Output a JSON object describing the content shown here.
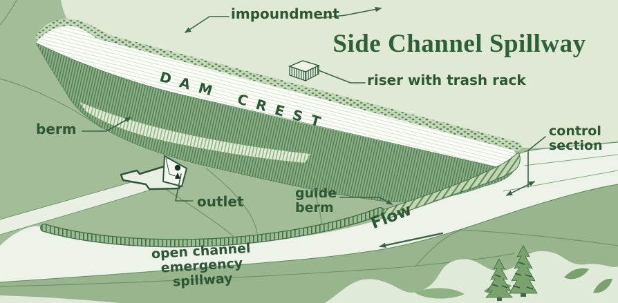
{
  "diagram": {
    "title": "Side Channel Spillway",
    "labels": {
      "impoundment": "impoundment",
      "riser": "riser with trash rack",
      "dam_crest": "DAM CREST",
      "berm": "berm",
      "control1": "control",
      "control2": "section",
      "outlet": "outlet",
      "guide1": "guide",
      "guide2": "berm",
      "flow": "Flow",
      "open1": "open channel",
      "open2": "emergency spillway"
    },
    "icons": [
      "riser-with-trash-rack-icon",
      "outlet-structure-icon",
      "pine-trees-icon",
      "flow-arrow-icon",
      "control-section-extent-arrow-icon"
    ],
    "colors": {
      "land": "#a3bd99",
      "land_lower": "#98b58d",
      "impoundment_water": "#dfe9d6",
      "channel_water": "#eef3e9",
      "dam_crest_fill": "#fbfdf8",
      "dam_face_green": "#6f9a69",
      "outline_dark_green": "#2f5539",
      "label_text": "#2d5734",
      "title_text": "#2e5f38"
    }
  }
}
